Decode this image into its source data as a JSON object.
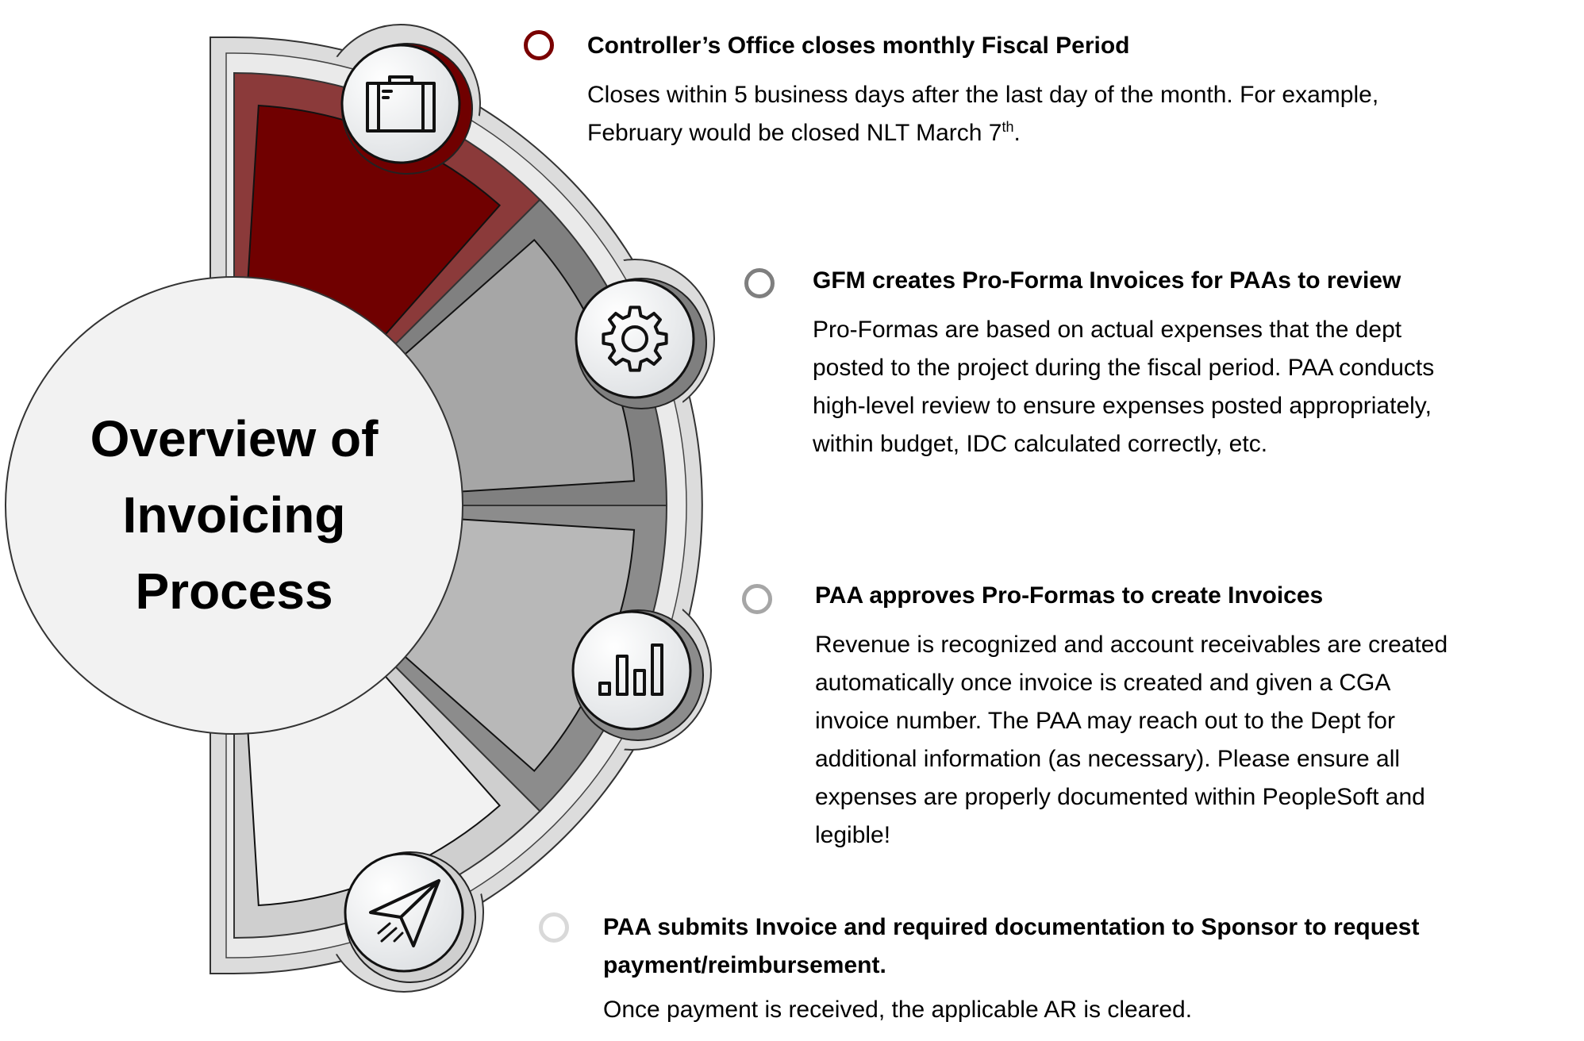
{
  "title": {
    "lines": [
      "Overview of",
      "Invoicing",
      "Process"
    ]
  },
  "colors": {
    "accent": "#700000",
    "accent_border": "#8b3a3a",
    "marker_active": "#7a0000",
    "marker_2": "#7f7f7f",
    "marker_3": "#a6a6a6",
    "marker_4": "#d9d9d9"
  },
  "steps": [
    {
      "icon": "briefcase-icon",
      "title": "Controller’s Office closes monthly Fiscal Period",
      "body": [
        "Closes within 5 business days after the last day of the month.  For example,"
      ],
      "body_last": {
        "text": "February would be closed NLT March 7",
        "sup": "th",
        "tail": "."
      }
    },
    {
      "icon": "gear-icon",
      "title": "GFM creates Pro-Forma Invoices for PAAs to review",
      "body": [
        "Pro-Formas are based on actual expenses that the dept",
        "posted to the project during the fiscal period.  PAA conducts",
        "high-level review to ensure expenses posted appropriately,",
        "within budget, IDC calculated correctly, etc."
      ]
    },
    {
      "icon": "bar-chart-icon",
      "title": "PAA approves Pro-Formas to create Invoices",
      "body": [
        "Revenue is recognized and account receivables are created",
        "automatically once invoice is created and given a CGA",
        "invoice number.  The PAA may reach out to the Dept for",
        "additional information (as necessary).  Please ensure all",
        "expenses are properly documented within PeopleSoft and",
        "legible!"
      ]
    },
    {
      "icon": "paper-plane-icon",
      "title_lines": [
        "PAA submits Invoice and required documentation to Sponsor to request",
        "payment/reimbursement."
      ],
      "body": [
        "Once payment is received, the applicable AR is cleared."
      ]
    }
  ]
}
